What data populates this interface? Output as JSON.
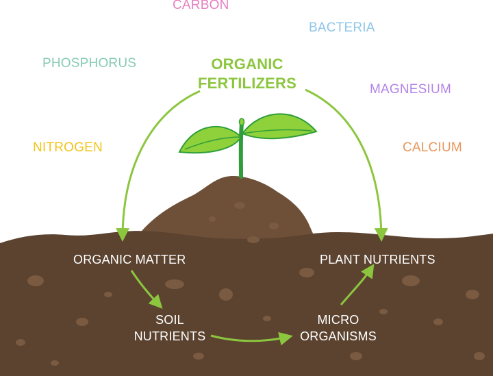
{
  "title": {
    "line1": "ORGANIC",
    "line2": "FERTILIZERS"
  },
  "nutrients": [
    {
      "label": "CARBON",
      "color": "#e57fc0"
    },
    {
      "label": "BACTERIA",
      "color": "#8ec5e8"
    },
    {
      "label": "PHOSPHORUS",
      "color": "#86cbb4"
    },
    {
      "label": "MAGNESIUM",
      "color": "#b383e6"
    },
    {
      "label": "NITROGEN",
      "color": "#f2c418"
    },
    {
      "label": "CALCIUM",
      "color": "#e8955a"
    }
  ],
  "cycle": {
    "organic_matter": "ORGANIC MATTER",
    "plant_nutrients": "PLANT NUTRIENTS",
    "soil_nutrients": {
      "line1": "SOIL",
      "line2": "NUTRIENTS"
    },
    "micro_organisms": {
      "line1": "MICRO",
      "line2": "ORGANISMS"
    }
  },
  "colors": {
    "arrow": "#8cc63f",
    "soil": "#5c4330",
    "soil_light": "#6e5038",
    "leaf": "#8ed13a",
    "stem": "#2f9e3a"
  },
  "icons": [
    "seedling-icon",
    "cycle-arrow-icon"
  ]
}
